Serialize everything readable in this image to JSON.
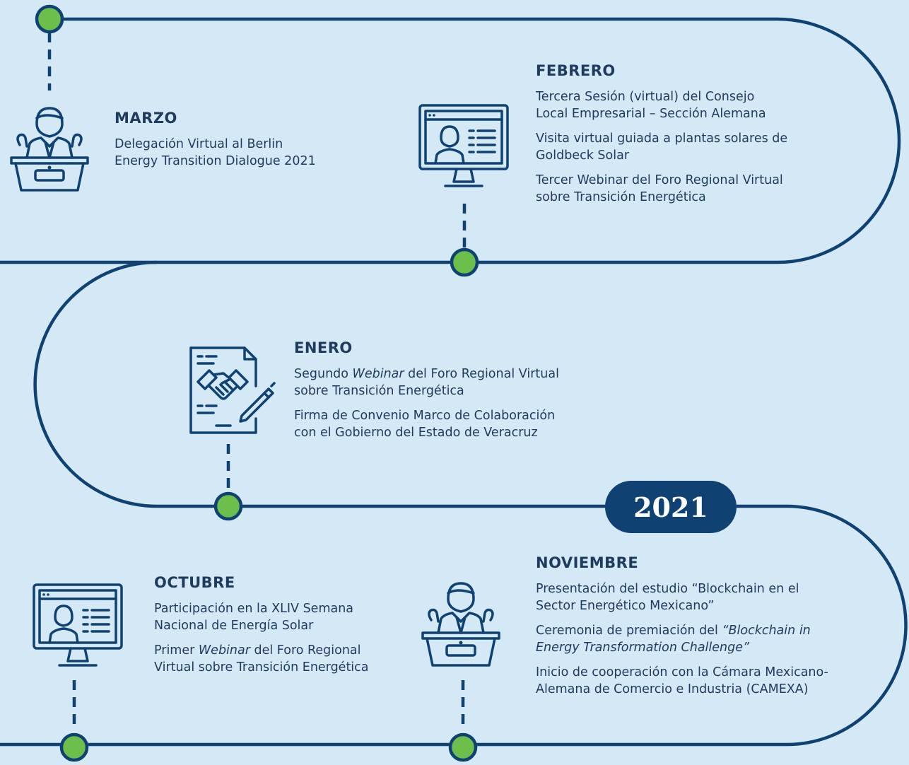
{
  "year": "2021",
  "colors": {
    "background": "#d4e8f5",
    "track": "#0f4272",
    "node": "#6cbf4b",
    "text": "#1e3a5c"
  },
  "timeline": {
    "marzo": {
      "month": "MARZO",
      "icon": "speaker-podium-icon",
      "items": [
        "Delegación Virtual al Berlin Energy Transition Dialogue 2021"
      ]
    },
    "febrero": {
      "month": "FEBRERO",
      "icon": "webinar-monitor-icon",
      "items": [
        "Tercera Sesión (virtual) del Consejo Local Empresarial – Sección Alemana",
        "Visita virtual guiada a plantas solares de Goldbeck Solar",
        "Tercer Webinar del Foro Regional Virtual sobre Transición Energética"
      ]
    },
    "enero": {
      "month": "ENERO",
      "icon": "handshake-agreement-icon",
      "items": [
        {
          "a": "Segundo ",
          "b": "Webinar",
          "c": " del Foro Regional Virtual sobre Transición Energética"
        },
        {
          "a": "Firma de Convenio Marco de Colaboración con el Gobierno del Estado de Veracruz",
          "b": "",
          "c": ""
        }
      ]
    },
    "octubre": {
      "month": "OCTUBRE",
      "icon": "webinar-monitor-icon",
      "items": [
        {
          "a": "Participación en la XLIV Semana Nacional de Energía Solar",
          "b": "",
          "c": ""
        },
        {
          "a": "Primer ",
          "b": "Webinar",
          "c": " del Foro Regional Virtual sobre Transición Energética"
        }
      ]
    },
    "noviembre": {
      "month": "NOVIEMBRE",
      "icon": "speaker-podium-icon",
      "items": [
        {
          "a": "Presentación del estudio “Blockchain en el Sector Energético Mexicano”",
          "b": "",
          "c": ""
        },
        {
          "a": "Ceremonia de premiación del ",
          "b": "“Blockchain in Energy Transformation Challenge”",
          "c": ""
        },
        {
          "a": "Inicio de cooperación con la Cámara Mexicano-Alemana de Comercio e Industria (CAMEXA)",
          "b": "",
          "c": ""
        }
      ]
    }
  }
}
